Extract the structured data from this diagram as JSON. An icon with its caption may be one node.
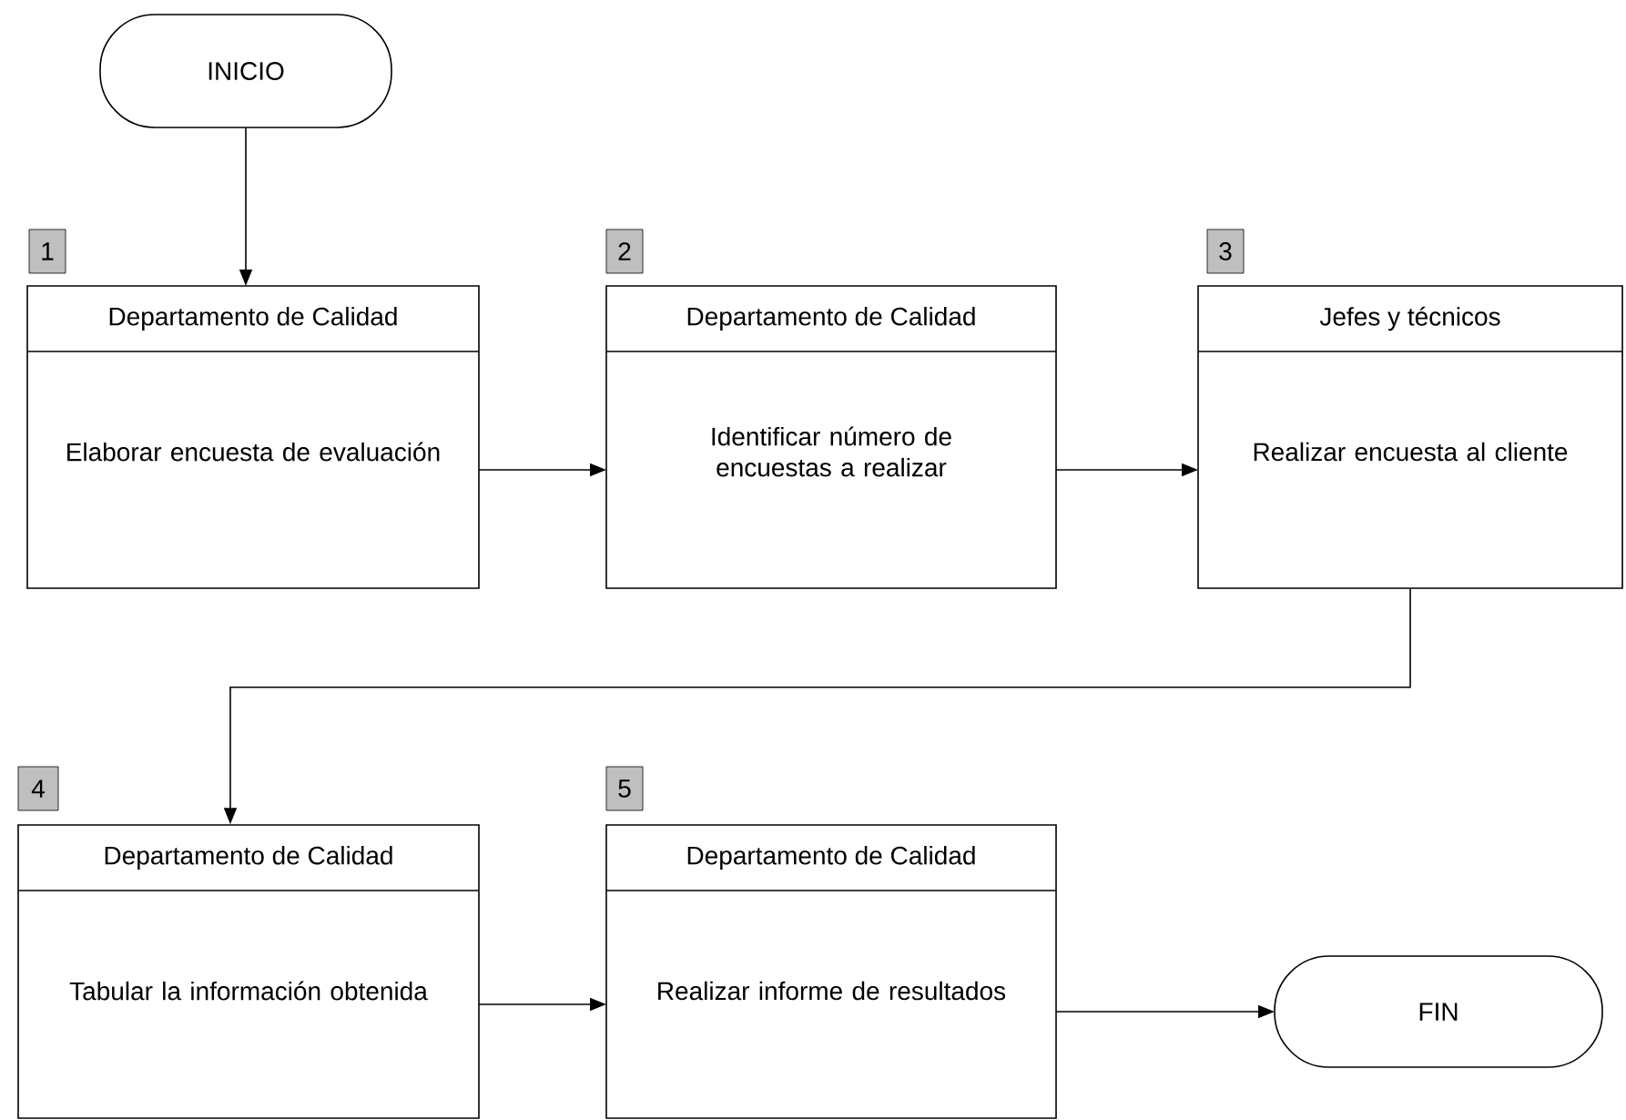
{
  "diagram": {
    "nodes": [
      {
        "text": [
          "INICIO"
        ]
      },
      {
        "text": [
          "1"
        ]
      },
      {
        "text": [
          "Departamento de Calidad",
          "Elaborar encuesta de evaluación"
        ]
      },
      {
        "text": [
          "2"
        ]
      },
      {
        "text": [
          "Departamento de Calidad",
          "Identificar número de encuestas a realizar"
        ]
      },
      {
        "text": [
          "3"
        ]
      },
      {
        "text": [
          "Jefes y técnicos",
          "Realizar encuesta al cliente"
        ]
      },
      {
        "text": [
          "4"
        ]
      },
      {
        "text": [
          "Departamento de Calidad",
          "Tabular la información obtenida"
        ]
      },
      {
        "text": [
          "5"
        ]
      },
      {
        "text": [
          "Departamento de Calidad",
          "Realizar informe de resultados"
        ]
      },
      {
        "text": [
          "FIN"
        ]
      }
    ],
    "edges": [
      {
        "from": 0,
        "to": 2,
        "arrow": "to"
      },
      {
        "from": 2,
        "to": 4,
        "arrow": "to"
      },
      {
        "from": 4,
        "to": 6,
        "arrow": "to"
      },
      {
        "from": 6,
        "to": 8,
        "arrow": "to"
      },
      {
        "from": 8,
        "to": 10,
        "arrow": "to"
      },
      {
        "from": 10,
        "to": 11,
        "arrow": "to"
      }
    ]
  }
}
